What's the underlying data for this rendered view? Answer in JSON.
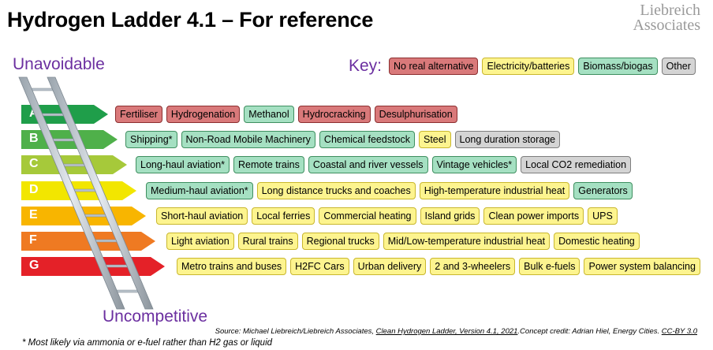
{
  "header": {
    "title": "Hydrogen Ladder 4.1 – For reference",
    "brand_line1": "Liebreich",
    "brand_line2": "Associates"
  },
  "axis": {
    "top": "Unavoidable",
    "bottom": "Uncompetitive"
  },
  "key": {
    "title": "Key:",
    "items": [
      {
        "label": "No real alternative",
        "category": "red"
      },
      {
        "label": "Electricity/batteries",
        "category": "yellow"
      },
      {
        "label": "Biomass/biogas",
        "category": "green"
      },
      {
        "label": "Other",
        "category": "grey"
      }
    ]
  },
  "colors": {
    "red": "#d9797a",
    "yellow": "#fdf48f",
    "green": "#a5e0c2",
    "grey": "#d4d4d4",
    "grade_A": "#1f9e4a",
    "grade_B": "#4fb04a",
    "grade_C": "#a6c93a",
    "grade_D": "#f2e600",
    "grade_E": "#f8b500",
    "grade_F": "#ef7a22",
    "grade_G": "#e42128",
    "accent_purple": "#6b2fa0"
  },
  "grades": [
    {
      "letter": "A",
      "items": [
        {
          "label": "Fertiliser",
          "category": "red"
        },
        {
          "label": "Hydrogenation",
          "category": "red"
        },
        {
          "label": "Methanol",
          "category": "green"
        },
        {
          "label": "Hydrocracking",
          "category": "red"
        },
        {
          "label": "Desulphurisation",
          "category": "red"
        }
      ]
    },
    {
      "letter": "B",
      "items": [
        {
          "label": "Shipping*",
          "category": "green"
        },
        {
          "label": "Non-Road Mobile Machinery",
          "category": "green"
        },
        {
          "label": "Chemical feedstock",
          "category": "green"
        },
        {
          "label": "Steel",
          "category": "yellow"
        },
        {
          "label": "Long duration storage",
          "category": "grey"
        }
      ]
    },
    {
      "letter": "C",
      "items": [
        {
          "label": "Long-haul aviation*",
          "category": "green"
        },
        {
          "label": "Remote trains",
          "category": "green"
        },
        {
          "label": "Coastal and river vessels",
          "category": "green"
        },
        {
          "label": "Vintage vehicles*",
          "category": "green"
        },
        {
          "label": "Local CO2 remediation",
          "category": "grey"
        }
      ]
    },
    {
      "letter": "D",
      "items": [
        {
          "label": "Medium-haul aviation*",
          "category": "green"
        },
        {
          "label": "Long distance trucks and coaches",
          "category": "yellow"
        },
        {
          "label": "High-temperature industrial heat",
          "category": "yellow"
        },
        {
          "label": "Generators",
          "category": "green"
        }
      ]
    },
    {
      "letter": "E",
      "items": [
        {
          "label": "Short-haul aviation",
          "category": "yellow"
        },
        {
          "label": "Local ferries",
          "category": "yellow"
        },
        {
          "label": "Commercial heating",
          "category": "yellow"
        },
        {
          "label": "Island grids",
          "category": "yellow"
        },
        {
          "label": "Clean power imports",
          "category": "yellow"
        },
        {
          "label": "UPS",
          "category": "yellow"
        }
      ]
    },
    {
      "letter": "F",
      "items": [
        {
          "label": "Light aviation",
          "category": "yellow"
        },
        {
          "label": "Rural trains",
          "category": "yellow"
        },
        {
          "label": "Regional trucks",
          "category": "yellow"
        },
        {
          "label": "Mid/Low-temperature industrial heat",
          "category": "yellow"
        },
        {
          "label": "Domestic heating",
          "category": "yellow"
        }
      ]
    },
    {
      "letter": "G",
      "items": [
        {
          "label": "Metro trains and buses",
          "category": "yellow"
        },
        {
          "label": "H2FC Cars",
          "category": "yellow"
        },
        {
          "label": "Urban delivery",
          "category": "yellow"
        },
        {
          "label": "2 and 3-wheelers",
          "category": "yellow"
        },
        {
          "label": "Bulk e-fuels",
          "category": "yellow"
        },
        {
          "label": "Power system balancing",
          "category": "yellow"
        }
      ]
    }
  ],
  "footnote": "* Most likely via ammonia or e-fuel rather than H2 gas or liquid",
  "source": {
    "prefix": "Source: Michael Liebreich/Liebreich Associates, ",
    "link1": "Clean Hydrogen Ladder, Version 4.1, 2021",
    "middle": ".Concept credit: Adrian Hiel, Energy Cities. ",
    "link2": "CC-BY 3.0"
  }
}
